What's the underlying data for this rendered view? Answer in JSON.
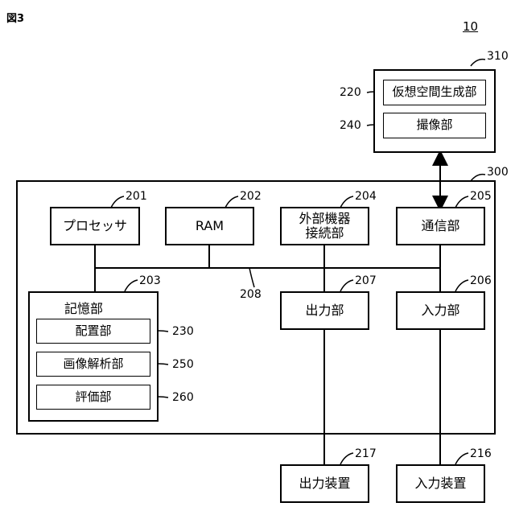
{
  "figure_label": "図3",
  "reference_numeral": "10",
  "blocks": {
    "terminal": {
      "ref": "310",
      "vr": {
        "label": "仮想空間生成部",
        "ref": "220"
      },
      "camera": {
        "label": "撮像部",
        "ref": "240"
      }
    },
    "device": {
      "ref": "300"
    },
    "processor": {
      "label": "プロセッサ",
      "ref": "201"
    },
    "ram": {
      "label": "RAM",
      "ref": "202"
    },
    "ext_line1": "外部機器",
    "ext_line2": "接続部",
    "ext_ref": "204",
    "comm": {
      "label": "通信部",
      "ref": "205"
    },
    "bus_ref": "208",
    "storage": {
      "label": "記憶部",
      "ref": "203",
      "placement": {
        "label": "配置部",
        "ref": "230"
      },
      "analysis": {
        "label": "画像解析部",
        "ref": "250"
      },
      "evaluation": {
        "label": "評価部",
        "ref": "260"
      }
    },
    "output": {
      "label": "出力部",
      "ref": "207"
    },
    "input": {
      "label": "入力部",
      "ref": "206"
    },
    "output_device": {
      "label": "出力装置",
      "ref": "217"
    },
    "input_device": {
      "label": "入力装置",
      "ref": "216"
    }
  }
}
